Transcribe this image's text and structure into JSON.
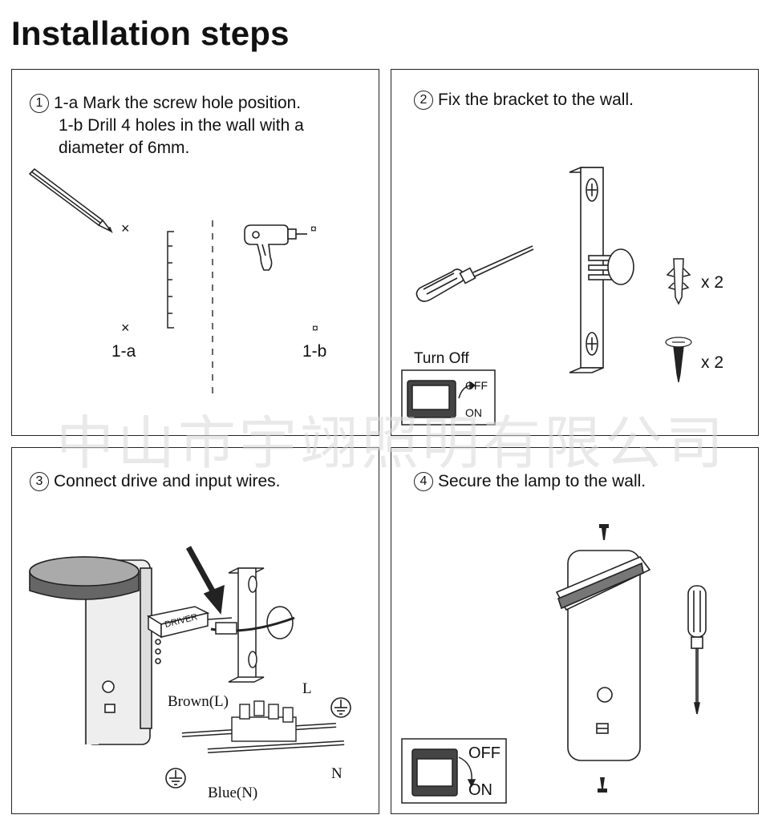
{
  "page_title": "Installation steps",
  "watermark": "中山市宇翊照明有限公司",
  "step1": {
    "number": "1",
    "line1": "1-a Mark the screw hole position.",
    "line2": "1-b Drill 4  holes  in  the wall with a",
    "line3": "diameter of 6mm.",
    "label_a": "1-a",
    "label_b": "1-b"
  },
  "step2": {
    "number": "2",
    "text": "Fix the bracket to the wall.",
    "turn_off": "Turn Off",
    "off": "OFF",
    "on": "ON",
    "qty_anchor": "x 2",
    "qty_screw": "x 2"
  },
  "step3": {
    "number": "3",
    "text": "Connect drive and input wires.",
    "driver": "DRIVER",
    "brown": "Brown(L)",
    "blue": "Blue(N)",
    "l": "L",
    "n": "N"
  },
  "step4": {
    "number": "4",
    "text": "Secure the lamp to the wall.",
    "off": "OFF",
    "on": "ON"
  }
}
